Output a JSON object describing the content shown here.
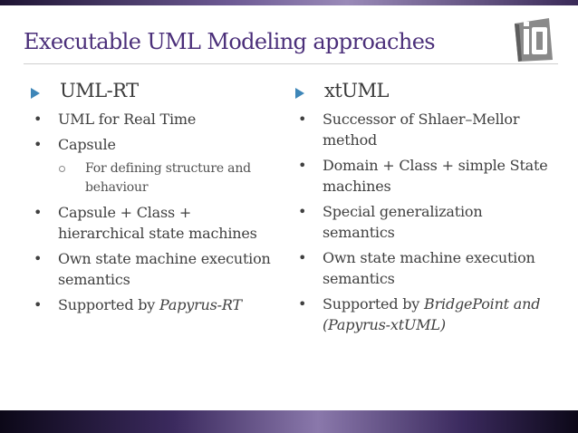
{
  "slide": {
    "title": "Executable UML Modeling approaches",
    "accent_color": "#4b2f7a",
    "bullet_triangle_color": "#3e86b8",
    "logo": {
      "icon": "io-logo-icon",
      "text": "iO"
    }
  },
  "left": {
    "heading": "UML-RT",
    "b1": "UML for Real Time",
    "b2": "Capsule",
    "b2_sub": "For defining structure and behaviour",
    "b3": "Capsule + Class + hierarchical state machines",
    "b4": "Own state machine execution semantics",
    "b5_prefix": "Supported by ",
    "b5_italic": "Papyrus-RT"
  },
  "right": {
    "heading": "xtUML",
    "b1": "Successor of Shlaer–Mellor method",
    "b2": "Domain + Class + simple State machines",
    "b3": "Special generalization semantics",
    "b4": "Own state machine execution semantics",
    "b5_prefix": "Supported by ",
    "b5_italic": "BridgePoint and (Papyrus-xtUML)"
  },
  "bullet_glyph": "•"
}
